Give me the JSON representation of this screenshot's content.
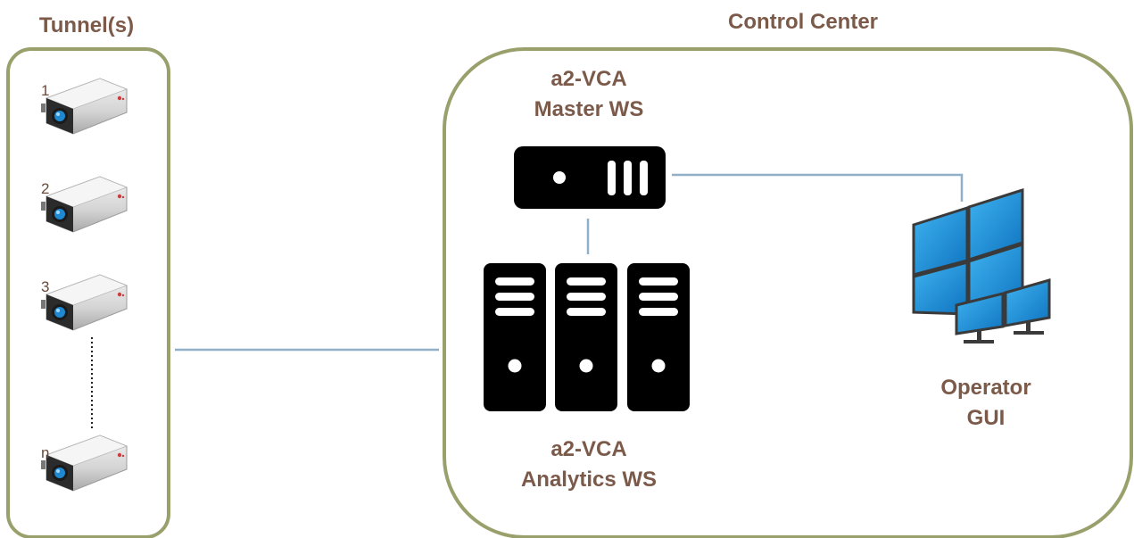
{
  "tunnel": {
    "title": "Tunnel(s)",
    "cameras": [
      "1",
      "2",
      "3",
      "n"
    ]
  },
  "control_center": {
    "title": "Control Center",
    "master": {
      "line1": "a2-VCA",
      "line2": "Master WS"
    },
    "analytics": {
      "line1": "a2-VCA",
      "line2": "Analytics WS"
    },
    "operator": {
      "line1": "Operator",
      "line2": "GUI"
    }
  },
  "colors": {
    "frame_border": "#9aa06c",
    "connector": "#8fb0c8",
    "text": "#7b5a4a",
    "server_body": "#000000",
    "monitor_blue": "#1a8fd8",
    "camera_body": "#d9d9d9"
  },
  "icons": {
    "camera": "cctv-camera-icon",
    "master": "rack-server-icon",
    "analytics": "tower-server-icon",
    "operator": "video-wall-icon"
  }
}
